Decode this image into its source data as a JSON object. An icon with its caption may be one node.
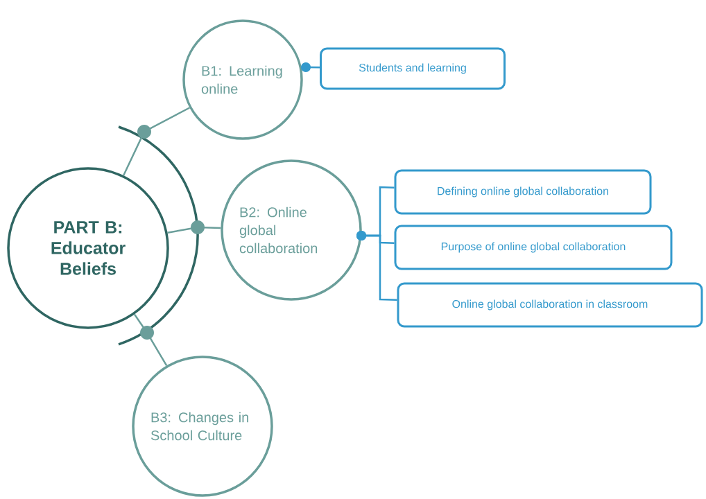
{
  "diagram": {
    "nodes": [
      {
        "text": [
          "PART B: Educator Beliefs"
        ]
      },
      {
        "text": [
          "B1: Learning online"
        ]
      },
      {
        "text": [
          "Students and learning"
        ]
      },
      {
        "text": [
          "B2: Online global collaboration"
        ]
      },
      {
        "text": [
          "Defining online global collaboration"
        ]
      },
      {
        "text": [
          "Purpose of online global collaboration"
        ]
      },
      {
        "text": [
          "Online global collaboration in classroom"
        ]
      },
      {
        "text": [
          "B3: Changes in School Culture"
        ]
      }
    ],
    "edges": [
      {
        "from": 0,
        "to": 1,
        "arrow": "none",
        "color": "#6a9e9a"
      },
      {
        "from": 0,
        "to": 3,
        "arrow": "none",
        "color": "#6a9e9a"
      },
      {
        "from": 0,
        "to": 7,
        "arrow": "none",
        "color": "#6a9e9a"
      },
      {
        "from": 1,
        "to": 2,
        "arrow": "other"
      },
      {
        "from": 3,
        "to": 4,
        "arrow": "other"
      },
      {
        "from": 3,
        "to": 5,
        "arrow": "other"
      },
      {
        "from": 3,
        "to": 6,
        "arrow": "other"
      }
    ]
  }
}
